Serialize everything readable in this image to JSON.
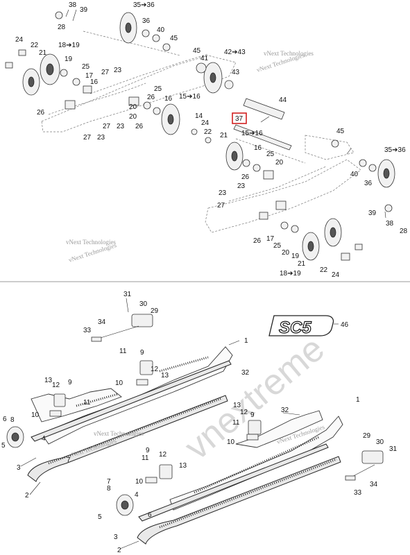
{
  "upper": {
    "callouts": [
      {
        "id": "c38a",
        "text": "38"
      },
      {
        "id": "c39a",
        "text": "39"
      },
      {
        "id": "c28a",
        "text": "28"
      },
      {
        "id": "c35a",
        "text": "35➔36"
      },
      {
        "id": "c40a",
        "text": "40"
      },
      {
        "id": "c45a",
        "text": "45"
      },
      {
        "id": "c36a",
        "text": "36"
      },
      {
        "id": "c24a",
        "text": "24"
      },
      {
        "id": "c22a",
        "text": "22"
      },
      {
        "id": "c21a",
        "text": "21"
      },
      {
        "id": "c18a",
        "text": "18➔19"
      },
      {
        "id": "c45b",
        "text": "45"
      },
      {
        "id": "c41a",
        "text": "41"
      },
      {
        "id": "c42a",
        "text": "42➔43"
      },
      {
        "id": "c19a",
        "text": "19"
      },
      {
        "id": "c25a",
        "text": "25"
      },
      {
        "id": "c17a",
        "text": "17"
      },
      {
        "id": "c27a",
        "text": "27"
      },
      {
        "id": "c23a",
        "text": "23"
      },
      {
        "id": "c43a",
        "text": "43"
      },
      {
        "id": "c16a",
        "text": "16"
      },
      {
        "id": "c25b",
        "text": "25"
      },
      {
        "id": "c26a",
        "text": "26"
      },
      {
        "id": "c15a",
        "text": "15➔16"
      },
      {
        "id": "c44a",
        "text": "44"
      },
      {
        "id": "c26b",
        "text": "26"
      },
      {
        "id": "c20a",
        "text": "20"
      },
      {
        "id": "c16b",
        "text": "16"
      },
      {
        "id": "c14a",
        "text": "14"
      },
      {
        "id": "c26c",
        "text": "26"
      },
      {
        "id": "c27b",
        "text": "27"
      },
      {
        "id": "c23b",
        "text": "23"
      },
      {
        "id": "c20b",
        "text": "20"
      },
      {
        "id": "c24b",
        "text": "24"
      },
      {
        "id": "c27c",
        "text": "27"
      },
      {
        "id": "c23c",
        "text": "23"
      },
      {
        "id": "c22b",
        "text": "22"
      },
      {
        "id": "c21b",
        "text": "21"
      },
      {
        "id": "c15b",
        "text": "15➔16"
      },
      {
        "id": "c45c",
        "text": "45"
      },
      {
        "id": "c16c",
        "text": "16"
      },
      {
        "id": "c25c",
        "text": "25"
      },
      {
        "id": "c35b",
        "text": "35➔36"
      },
      {
        "id": "c20c",
        "text": "20"
      },
      {
        "id": "c40b",
        "text": "40"
      },
      {
        "id": "c26d",
        "text": "26"
      },
      {
        "id": "c36b",
        "text": "36"
      },
      {
        "id": "c23d",
        "text": "23"
      },
      {
        "id": "c23e",
        "text": "23"
      },
      {
        "id": "c27d",
        "text": "27"
      },
      {
        "id": "c39b",
        "text": "39"
      },
      {
        "id": "c28b",
        "text": "28"
      },
      {
        "id": "c38b",
        "text": "38"
      },
      {
        "id": "c17b",
        "text": "17"
      },
      {
        "id": "c26e",
        "text": "26"
      },
      {
        "id": "c25d",
        "text": "25"
      },
      {
        "id": "c20d",
        "text": "20"
      },
      {
        "id": "c22c",
        "text": "22"
      },
      {
        "id": "c21c",
        "text": "21"
      },
      {
        "id": "c18b",
        "text": "18➔19"
      },
      {
        "id": "c24c",
        "text": "24"
      },
      {
        "id": "c19b",
        "text": "19"
      }
    ],
    "highlighted_callout": "37",
    "watermarks": [
      "vNext Technologies",
      "vNext Technologies",
      "vNext Technologies",
      "vNext Technologies"
    ]
  },
  "lower": {
    "callouts": [
      {
        "id": "d31a",
        "text": "31"
      },
      {
        "id": "d30a",
        "text": "30"
      },
      {
        "id": "d29a",
        "text": "29"
      },
      {
        "id": "d34a",
        "text": "34"
      },
      {
        "id": "d33a",
        "text": "33"
      },
      {
        "id": "d46a",
        "text": "46"
      },
      {
        "id": "d1a",
        "text": "1"
      },
      {
        "id": "d11a",
        "text": "11"
      },
      {
        "id": "d9a",
        "text": "9"
      },
      {
        "id": "d12a",
        "text": "12"
      },
      {
        "id": "d13a",
        "text": "13"
      },
      {
        "id": "d32a",
        "text": "32"
      },
      {
        "id": "d10a",
        "text": "10"
      },
      {
        "id": "d13b",
        "text": "13"
      },
      {
        "id": "d12b",
        "text": "12"
      },
      {
        "id": "d9b",
        "text": "9"
      },
      {
        "id": "d11b",
        "text": "11"
      },
      {
        "id": "d10b",
        "text": "10"
      },
      {
        "id": "d6a",
        "text": "6"
      },
      {
        "id": "d8a",
        "text": "8"
      },
      {
        "id": "d4a",
        "text": "4"
      },
      {
        "id": "d5a",
        "text": "5"
      },
      {
        "id": "d7a",
        "text": "7"
      },
      {
        "id": "d3a",
        "text": "3"
      },
      {
        "id": "d2a",
        "text": "2"
      },
      {
        "id": "d1b",
        "text": "1"
      },
      {
        "id": "d13c",
        "text": "13"
      },
      {
        "id": "d32b",
        "text": "32"
      },
      {
        "id": "d12c",
        "text": "12"
      },
      {
        "id": "d9c",
        "text": "9"
      },
      {
        "id": "d11c",
        "text": "11"
      },
      {
        "id": "d10c",
        "text": "10"
      },
      {
        "id": "d9d",
        "text": "9"
      },
      {
        "id": "d11d",
        "text": "11"
      },
      {
        "id": "d12d",
        "text": "12"
      },
      {
        "id": "d13d",
        "text": "13"
      },
      {
        "id": "d10d",
        "text": "10"
      },
      {
        "id": "d7b",
        "text": "7"
      },
      {
        "id": "d8b",
        "text": "8"
      },
      {
        "id": "d4b",
        "text": "4"
      },
      {
        "id": "d5b",
        "text": "5"
      },
      {
        "id": "d6b",
        "text": "6"
      },
      {
        "id": "d3b",
        "text": "3"
      },
      {
        "id": "d2b",
        "text": "2"
      },
      {
        "id": "d29b",
        "text": "29"
      },
      {
        "id": "d30b",
        "text": "30"
      },
      {
        "id": "d31b",
        "text": "31"
      },
      {
        "id": "d34b",
        "text": "34"
      },
      {
        "id": "d33b",
        "text": "33"
      }
    ],
    "logo_text": "SC5",
    "watermarks": [
      "vNext Technologies",
      "vNext Technologies",
      "vNext Technologies"
    ],
    "big_watermark": "vnextreme"
  }
}
